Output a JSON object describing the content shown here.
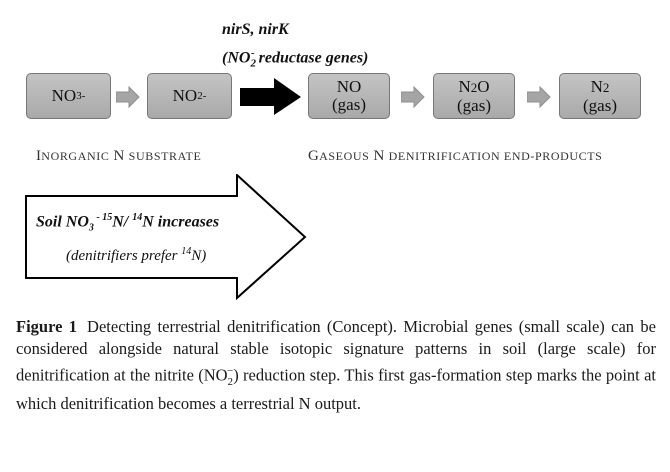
{
  "genes": {
    "line1": "nirS, nirK",
    "line2_pre": "(NO",
    "line2_sub": "2",
    "line2_sup": "-",
    "line2_post": " reductase genes)"
  },
  "boxes": {
    "no3": {
      "main": "NO",
      "sub": "3",
      "sup": " -"
    },
    "no2": {
      "main": "NO",
      "sub": "2",
      "sup": "-"
    },
    "no": {
      "line1": "NO",
      "line2": "(gas)"
    },
    "n2o": {
      "line1_a": "N",
      "line1_sub": "2",
      "line1_b": "O",
      "line2": "(gas)"
    },
    "n2": {
      "line1_a": "N",
      "line1_sub": "2",
      "line2": "(gas)"
    }
  },
  "labels": {
    "inorganic_cap": "I",
    "inorganic_rest": "NORGANIC",
    "inorganic_n": " N ",
    "inorganic_tail": "SUBSTRATE",
    "gaseous_cap": "G",
    "gaseous_rest": "ASEOUS",
    "gaseous_n": " N ",
    "gaseous_tail": "DENITRIFICATION END-PRODUCTS"
  },
  "big_arrow": {
    "line1_a": "Soil NO",
    "line1_sub": "3",
    "line1_sup1": " - ",
    "line1_sup2": "15",
    "line1_b": "N/ ",
    "line1_sup3": "14",
    "line1_c": "N increases",
    "line2_a": "(denitrifiers prefer ",
    "line2_sup": "14",
    "line2_b": "N)"
  },
  "caption": {
    "label": "Figure 1",
    "text1": "Detecting terrestrial denitrification (Concept). Microbial genes (small scale) can be considered alongside natural stable isotopic signature patterns in soil (large scale) for denitrification at the nitrite (NO",
    "sub": "2",
    "sup": "−",
    "text2": ") reduction step. This first gas-formation step marks the point at which denitrification becomes a terrestrial N output."
  }
}
